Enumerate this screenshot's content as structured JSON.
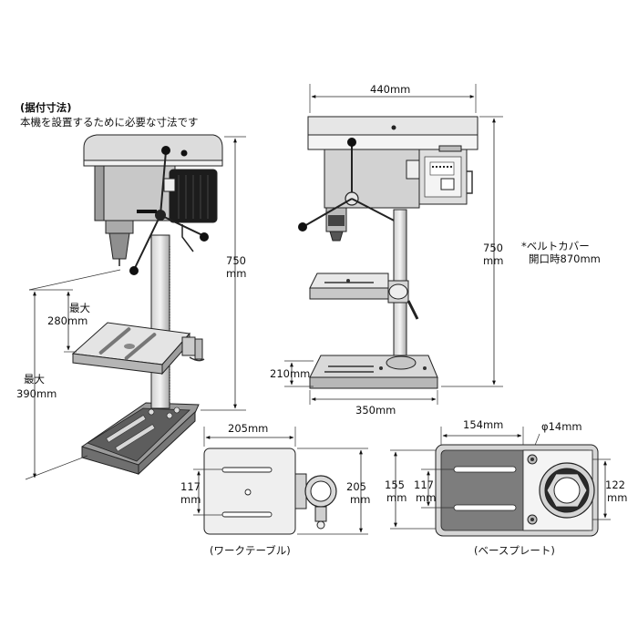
{
  "notes": {
    "title": "(据付寸法)",
    "subtitle": "本機を設置するために必要な寸法です",
    "belt_cover_line1": "*ベルトカバー",
    "belt_cover_line2": "開口時870mm"
  },
  "dims": {
    "left_height_value": "750",
    "left_height_unit": "mm",
    "max280_label": "最大",
    "max280_value": "280mm",
    "max390_label": "最大",
    "max390_value": "390mm",
    "width_top": "440mm",
    "front_height_value": "750",
    "front_height_unit": "mm",
    "base_height": "210mm",
    "base_width": "350mm",
    "table_width": "205mm",
    "table_slot_value": "117",
    "table_slot_unit": "mm",
    "table_depth_value": "205",
    "table_depth_unit": "mm",
    "base_slot_span": "154mm",
    "hole_dia": "φ14mm",
    "base_depth_value": "155",
    "base_depth_unit": "mm",
    "base_slot_value": "117",
    "base_slot_unit": "mm",
    "base_right_value": "122",
    "base_right_unit": "mm"
  },
  "captions": {
    "work_table": "(ワークテーブル)",
    "base_plate": "(ベースプレート)"
  },
  "colors": {
    "metal_light": "#e6e6e6",
    "metal_mid": "#bdbdbd",
    "metal_dark": "#8a8a8a",
    "motor": "#1c1c1c",
    "base_plate_fill": "#7d7d7d",
    "outline": "#222222"
  }
}
